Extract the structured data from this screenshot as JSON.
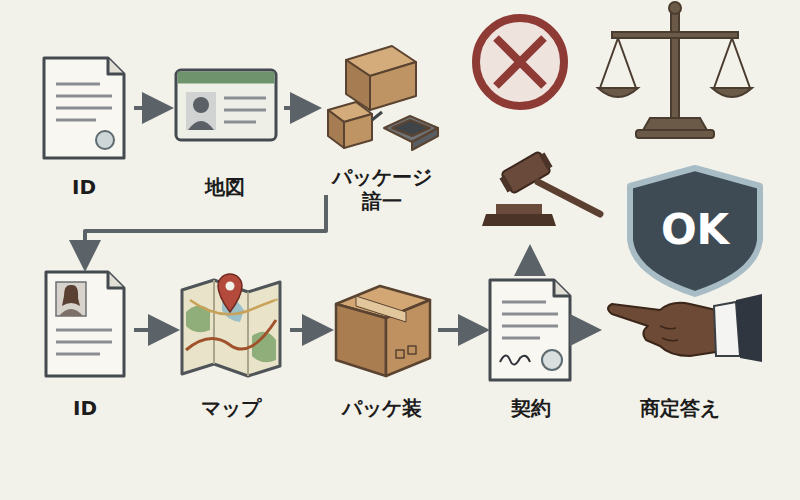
{
  "diagram": {
    "nodes": [
      {
        "text": [
          "ID"
        ]
      },
      {
        "text": [
          "地図"
        ]
      },
      {
        "text": [
          "パッケージ 諳一"
        ]
      },
      {
        "text": [
          "ID"
        ]
      },
      {
        "text": [
          "マップ"
        ]
      },
      {
        "text": [
          "パッケ装"
        ]
      },
      {
        "text": [
          "契約"
        ]
      },
      {
        "text": [
          "商定答え"
        ]
      },
      {
        "text": [
          "OK"
        ]
      }
    ],
    "edges": [
      {
        "from": 0,
        "to": 1,
        "arrow": "to"
      },
      {
        "from": 1,
        "to": 2,
        "arrow": "to"
      },
      {
        "from": 2,
        "to": 3,
        "arrow": "to"
      },
      {
        "from": 3,
        "to": 4,
        "arrow": "to"
      },
      {
        "from": 4,
        "to": 5,
        "arrow": "to"
      },
      {
        "from": 5,
        "to": 6,
        "arrow": "to"
      },
      {
        "from": 6,
        "to": 7,
        "arrow": "to"
      }
    ]
  }
}
